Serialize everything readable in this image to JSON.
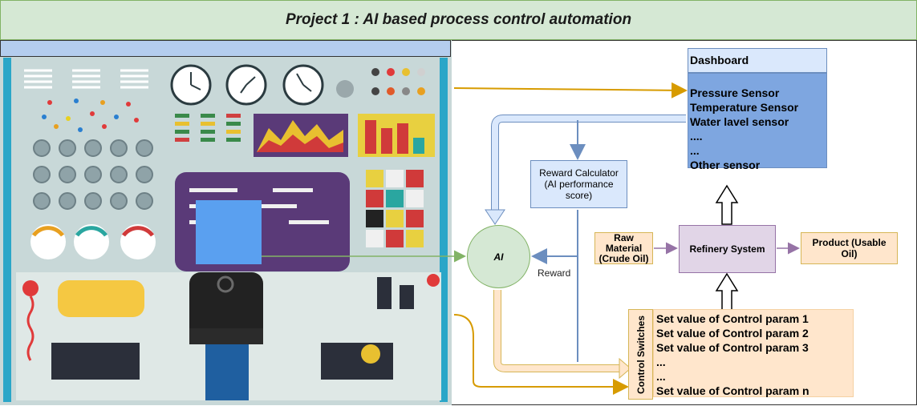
{
  "title": "Project 1 : AI based process control automation",
  "dashboard": {
    "header": "Dashboard",
    "sensors": [
      "Pressure Sensor",
      "Temperature Sensor",
      "Water lavel sensor",
      "....",
      "...",
      "Other sensor"
    ]
  },
  "reward_calculator": {
    "label": "Reward Calculator (AI performance score)"
  },
  "ai_node": {
    "label": "AI"
  },
  "reward_edge_label": "Reward",
  "raw_material": {
    "label": "Raw Material (Crude Oil)"
  },
  "refinery": {
    "label": "Refinery System"
  },
  "product": {
    "label": "Product (Usable Oil)"
  },
  "control_switches": {
    "label": "Control Switches"
  },
  "set_values": [
    "Set value of Control param 1",
    "Set value of Control param 2",
    "Set value of Control param 3",
    "...",
    "...",
    "Set value of Control param n"
  ],
  "colors": {
    "title_fill": "#d5e8d4",
    "dashboard_header_fill": "#dae8fc",
    "dashboard_body_fill": "#7ea6e0",
    "ai_fill": "#d5e8d4",
    "refinery_fill": "#e1d5e7",
    "orange_fill": "#ffe6cc",
    "orange_arrow": "#d79b00",
    "blue_arrow": "#6c8ebf",
    "purple_arrow": "#9673a6",
    "green_arrow": "#82b366"
  },
  "illustration": {
    "description_icon": "control-room-operator-illustration"
  }
}
